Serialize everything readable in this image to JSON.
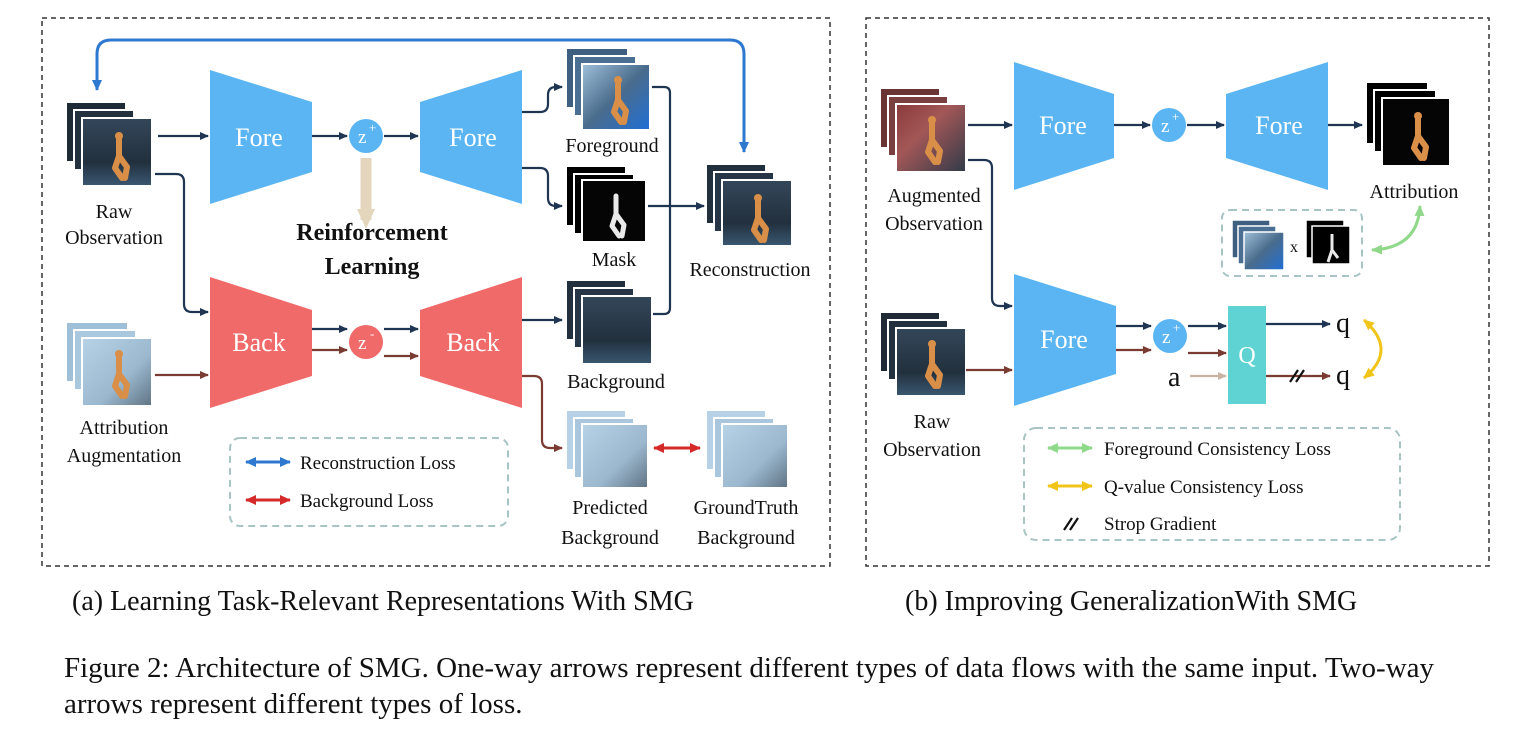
{
  "panel_a": {
    "raw_observation": [
      "Raw",
      "Observation"
    ],
    "attribution_augmentation": [
      "Attribution",
      "Augmentation"
    ],
    "fore_encoder": "Fore",
    "fore_decoder": "Fore",
    "back_encoder": "Back",
    "back_decoder": "Back",
    "z_plus": "z",
    "z_plus_sup": "+",
    "z_minus": "z",
    "z_minus_sup": "-",
    "rl": [
      "Reinforcement",
      "Learning"
    ],
    "foreground": "Foreground",
    "mask": "Mask",
    "reconstruction": "Reconstruction",
    "background": "Background",
    "predicted_background": [
      "Predicted",
      "Background"
    ],
    "groundtruth_background": [
      "GroundTruth",
      "Background"
    ],
    "legend": {
      "reconstruction_loss": "Reconstruction Loss",
      "background_loss": "Background Loss"
    },
    "subcaption": "(a) Learning Task-Relevant Representations With SMG"
  },
  "panel_b": {
    "augmented_observation": [
      "Augmented",
      "Observation"
    ],
    "raw_observation": [
      "Raw",
      "Observation"
    ],
    "fore_encoder_top": "Fore",
    "fore_decoder_top": "Fore",
    "fore_encoder_bottom": "Fore",
    "z_plus": "z",
    "z_plus_sup": "+",
    "attribution": "Attribution",
    "times": "x",
    "q_block": "Q",
    "q_out_top": "q",
    "q_out_bottom": "q",
    "action": "a",
    "legend": {
      "foreground_consistency": "Foreground Consistency Loss",
      "q_consistency": "Q-value Consistency Loss",
      "stop_gradient": "Strop Gradient"
    },
    "subcaption": "(b) Improving GeneralizationWith SMG"
  },
  "caption": "Figure 2: Architecture of SMG. One-way arrows represent different types of data flows with the same input. Two-way arrows represent different types of loss.",
  "colors": {
    "fore_blue": "#5bb5f2",
    "back_red": "#f06a6a",
    "q_cyan": "#5fd3d3",
    "navy_arrow": "#1f3552",
    "brown_arrow": "#7a3b33",
    "recon_blue": "#2f78d0",
    "bg_loss_red": "#d42a2a",
    "fg_green": "#90d88a",
    "q_yellow": "#f0c419",
    "rl_arrow": "#e4d6bd"
  }
}
